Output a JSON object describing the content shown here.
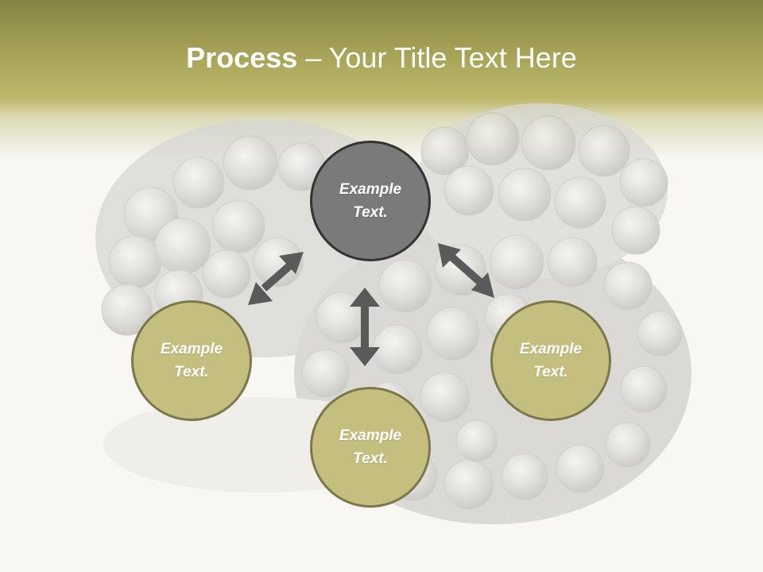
{
  "slide": {
    "title_bold": "Process",
    "title_rest": " – Your Title Text Here"
  },
  "nodes": {
    "top": "Example\nText.",
    "left": "Example\nText.",
    "right": "Example\nText.",
    "bottom": "Example\nText."
  },
  "colors": {
    "header_top": "#858344",
    "header_bottom": "#bdb86a",
    "center_node": "#7a7a7a",
    "olive_node": "#c5bf7f",
    "arrow": "#5a5a5a"
  }
}
